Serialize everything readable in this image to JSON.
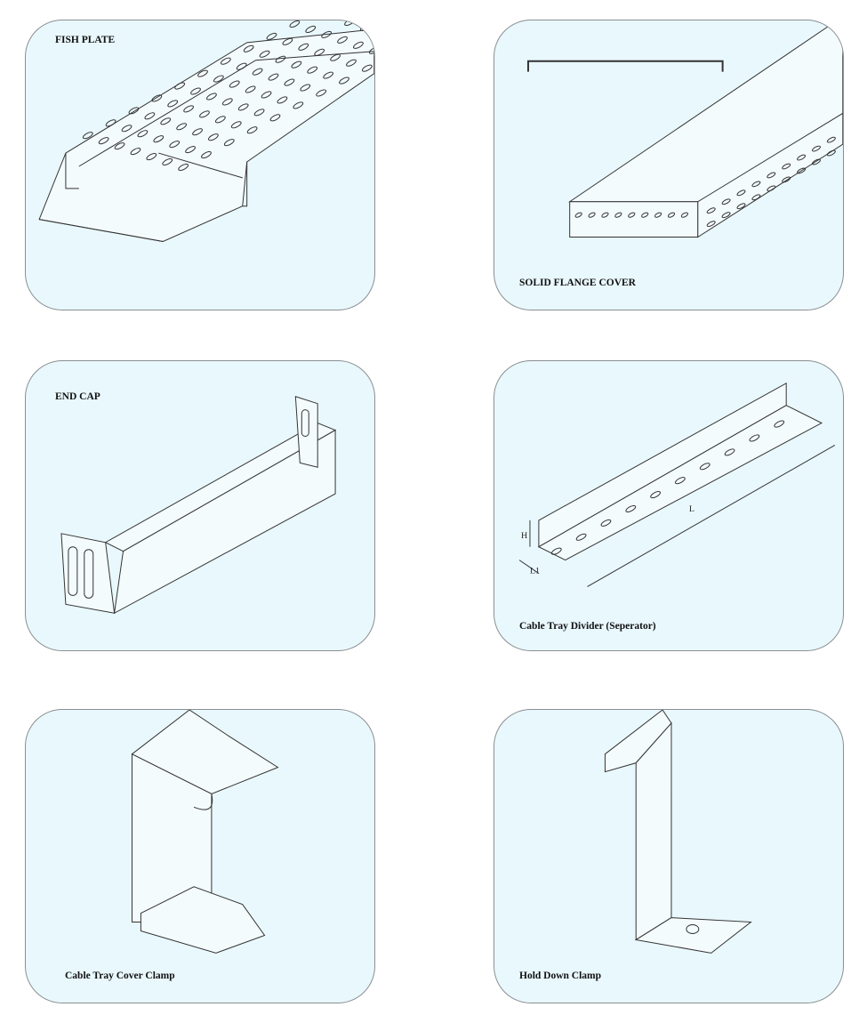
{
  "panels": [
    {
      "label": "FISH PLATE"
    },
    {
      "label": "SOLID FLANGE COVER"
    },
    {
      "label": "END CAP"
    },
    {
      "label": "Cable Tray Divider (Seperator)",
      "dimensions": {
        "height": "H",
        "length": "L",
        "width": "L1"
      }
    },
    {
      "label": "Cable Tray Cover Clamp"
    },
    {
      "label": "Hold Down Clamp"
    }
  ]
}
